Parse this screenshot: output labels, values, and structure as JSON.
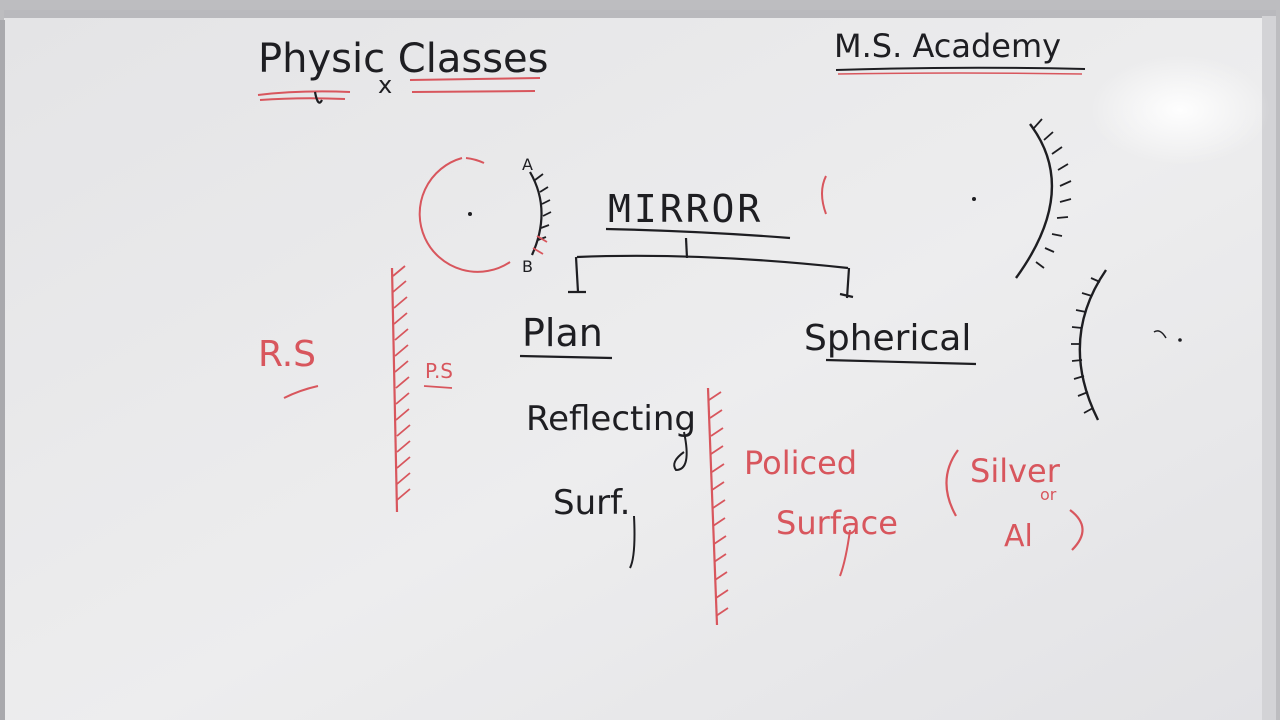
{
  "board": {
    "title_left": "Physic Classes",
    "title_left_mark": "x",
    "title_right": "M.S. Academy"
  },
  "diagram": {
    "root": "MIRROR",
    "branch_left": "Plan",
    "branch_right": "Spherical",
    "point_a": "A",
    "point_b": "B"
  },
  "notes": {
    "rs_label": "R.S",
    "ps_label": "P.S",
    "reflecting_line1": "Reflecting",
    "reflecting_line2": "Surf.",
    "polished_line1": "Policed",
    "polished_line2": "Surface",
    "material_line1": "Silver",
    "material_or": "or",
    "material_line2": "Al"
  },
  "colors": {
    "board": "#ececee",
    "black_marker": "#1e1e22",
    "red_marker": "#d8565d"
  }
}
